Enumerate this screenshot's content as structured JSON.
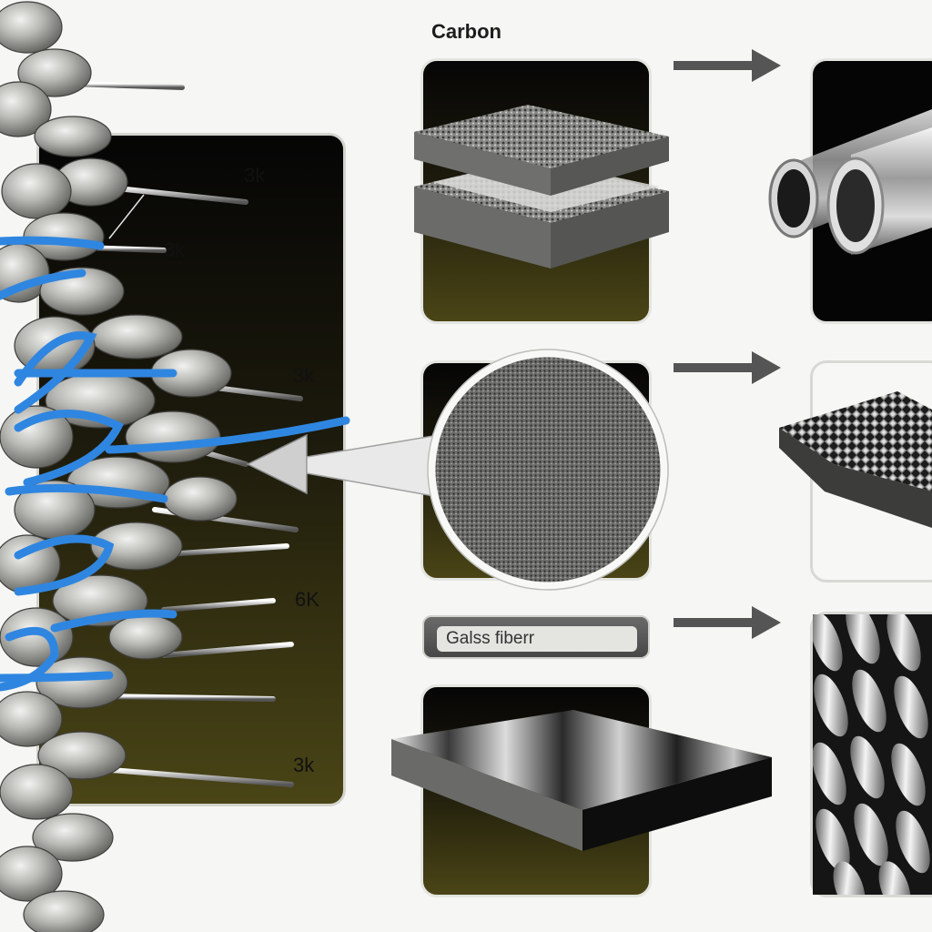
{
  "header": {
    "carbon_label": "Carbon"
  },
  "left_panel": {
    "strand_labels": [
      "3k",
      "3k",
      "3k",
      "6K",
      "3k"
    ]
  },
  "badge": {
    "text": "Galss fiberr"
  },
  "colors": {
    "panel_dark_top": "#050505",
    "panel_dark_bottom": "#4a4516",
    "accent_blue": "#2f86e0",
    "arrow_gray": "#555555",
    "badge_bg": "#555555"
  },
  "icons": [
    "arrow-right-icon",
    "magnifier-circle-icon",
    "pointer-arrow-icon"
  ]
}
